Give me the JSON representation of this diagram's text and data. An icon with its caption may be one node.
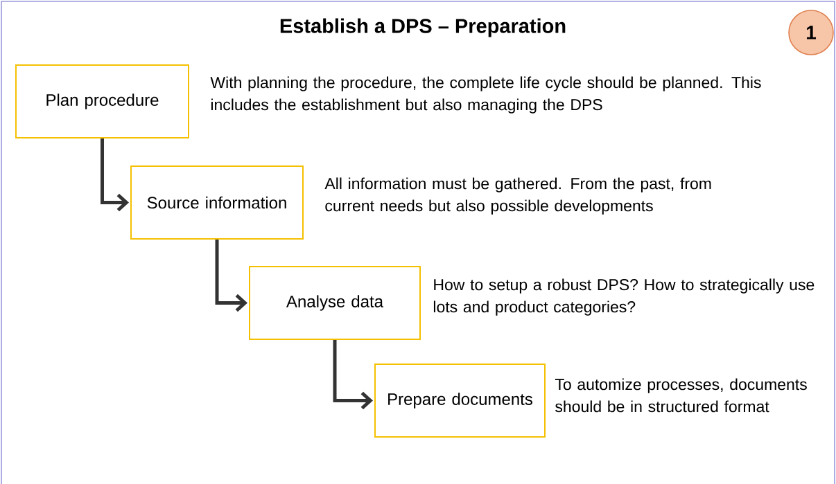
{
  "diagram": {
    "title": "Establish a DPS – Preparation",
    "nodes": [
      {
        "text": [
          "1"
        ]
      },
      {
        "text": [
          "Plan procedure"
        ],
        "beside": [
          "With planning the procedure, the complete life cycle should be planned. This includes the establishment but also managing the DPS"
        ]
      },
      {
        "text": [
          "Source information"
        ],
        "beside": [
          "All information must be gathered. From the past, from current needs but also possible developments"
        ]
      },
      {
        "text": [
          "Analyse data"
        ],
        "beside": [
          "How to setup a robust DPS? How to strategically use lots and product categories?"
        ]
      },
      {
        "text": [
          "Prepare documents"
        ],
        "beside": [
          "To automize processes, documents should be in structured format"
        ]
      }
    ],
    "edges": [
      {
        "from": 1,
        "to": 2,
        "arrow": "to"
      },
      {
        "from": 2,
        "to": 3,
        "arrow": "to"
      },
      {
        "from": 3,
        "to": 4,
        "arrow": "to"
      }
    ]
  }
}
